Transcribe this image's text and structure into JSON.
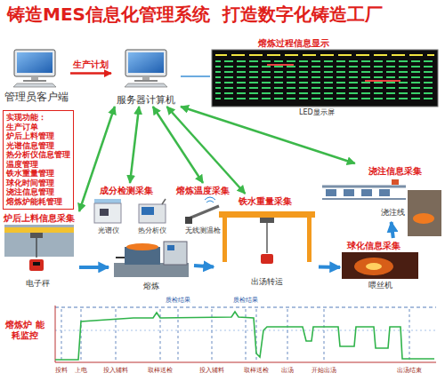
{
  "diagram": {
    "title": "铸造MES信息化管理系统  打造数字化铸造工厂",
    "nodes": [
      {
        "text": [
          "管理员客户端"
        ]
      },
      {
        "text": [
          "服务器计算机"
        ]
      },
      {
        "text": [
          "熔炼过程信息显示",
          "LED显示屏"
        ]
      },
      {
        "text": [
          "实现功能：",
          "生产订单",
          "炉后上料管理",
          "光谱信息管理",
          "热分析仪信息管理",
          "温度管理",
          "铁水重量管理",
          "球化时间管理",
          "浇注信息管理",
          "熔炼炉能耗管理"
        ]
      },
      {
        "text": [
          "炉后上料信息采集",
          "电子秤"
        ]
      },
      {
        "text": [
          "成分检测采集"
        ]
      },
      {
        "text": [
          "光谱仪"
        ],
        "in": 5
      },
      {
        "text": [
          "热分析仪"
        ],
        "in": 5
      },
      {
        "text": [
          "熔炼温度采集"
        ]
      },
      {
        "text": [
          "无线测温枪"
        ],
        "in": 8
      },
      {
        "text": [
          "熔炼"
        ]
      },
      {
        "text": [
          "铁水重量采集",
          "出汤转运"
        ]
      },
      {
        "text": [
          "球化信息采集",
          "喂丝机"
        ]
      },
      {
        "text": [
          "浇注信息采集",
          "浇注线"
        ]
      }
    ],
    "edges": [
      {
        "from": 0,
        "to": 1,
        "arrow": "to",
        "label": "生产计划"
      },
      {
        "from": 1,
        "to": 2,
        "arrow": "none"
      },
      {
        "from": 1,
        "to": 4,
        "arrow": "both"
      },
      {
        "from": 1,
        "to": 5,
        "arrow": "both"
      },
      {
        "from": 1,
        "to": 8,
        "arrow": "both"
      },
      {
        "from": 1,
        "to": 11,
        "arrow": "both"
      },
      {
        "from": 1,
        "to": 13,
        "arrow": "both"
      },
      {
        "from": 4,
        "to": 10,
        "arrow": "to"
      },
      {
        "from": 10,
        "to": 11,
        "arrow": "to"
      },
      {
        "from": 11,
        "to": 12,
        "arrow": "to"
      },
      {
        "from": 12,
        "to": 13,
        "arrow": "to"
      }
    ],
    "labels": [
      "质检结果",
      "质检结果",
      "熔炼炉 能耗监控",
      "投料",
      "上电",
      "投入辅料",
      "取样送检",
      "投入辅料",
      "取样送检",
      "出汤",
      "开始出汤",
      "出汤结束"
    ]
  }
}
